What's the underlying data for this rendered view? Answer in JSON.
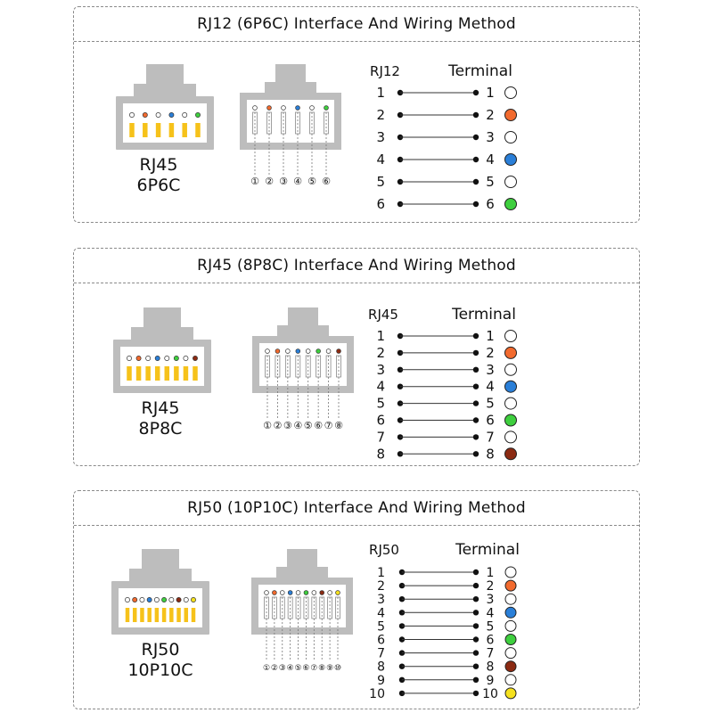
{
  "panels": [
    {
      "title": "RJ12 (6P6C) Interface And Wiring Method",
      "connector_line1": "RJ45",
      "connector_line2": "6P6C",
      "left_header": "RJ12",
      "right_header": "Terminal",
      "pins": [
        {
          "n": "1",
          "color": "#ffffff"
        },
        {
          "n": "2",
          "color": "#f26a2e"
        },
        {
          "n": "3",
          "color": "#ffffff"
        },
        {
          "n": "4",
          "color": "#2a7fd8"
        },
        {
          "n": "5",
          "color": "#ffffff"
        },
        {
          "n": "6",
          "color": "#3ecf3e"
        }
      ],
      "circled": [
        "①",
        "②",
        "③",
        "④",
        "⑤",
        "⑥"
      ]
    },
    {
      "title": "RJ45 (8P8C) Interface And Wiring Method",
      "connector_line1": "RJ45",
      "connector_line2": "8P8C",
      "left_header": "RJ45",
      "right_header": "Terminal",
      "pins": [
        {
          "n": "1",
          "color": "#ffffff"
        },
        {
          "n": "2",
          "color": "#f26a2e"
        },
        {
          "n": "3",
          "color": "#ffffff"
        },
        {
          "n": "4",
          "color": "#2a7fd8"
        },
        {
          "n": "5",
          "color": "#ffffff"
        },
        {
          "n": "6",
          "color": "#3ecf3e"
        },
        {
          "n": "7",
          "color": "#ffffff"
        },
        {
          "n": "8",
          "color": "#8b2a12"
        }
      ],
      "circled": [
        "①",
        "②",
        "③",
        "④",
        "⑤",
        "⑥",
        "⑦",
        "⑧"
      ]
    },
    {
      "title": "RJ50 (10P10C) Interface And Wiring Method",
      "connector_line1": "RJ50",
      "connector_line2": "10P10C",
      "left_header": "RJ50",
      "right_header": "Terminal",
      "pins": [
        {
          "n": "1",
          "color": "#ffffff"
        },
        {
          "n": "2",
          "color": "#f26a2e"
        },
        {
          "n": "3",
          "color": "#ffffff"
        },
        {
          "n": "4",
          "color": "#2a7fd8"
        },
        {
          "n": "5",
          "color": "#ffffff"
        },
        {
          "n": "6",
          "color": "#3ecf3e"
        },
        {
          "n": "7",
          "color": "#ffffff"
        },
        {
          "n": "8",
          "color": "#8b2a12"
        },
        {
          "n": "9",
          "color": "#ffffff"
        },
        {
          "n": "10",
          "color": "#f5e11e"
        }
      ],
      "circled": [
        "①",
        "②",
        "③",
        "④",
        "⑤",
        "⑥",
        "⑦",
        "⑧",
        "⑨",
        "⑩"
      ]
    }
  ],
  "colors": {
    "connector_gray": "#bdbdbd",
    "connector_dark": "#9e9e9e",
    "contact_gold": "#f6c21a",
    "border": "#8a8a8a"
  }
}
